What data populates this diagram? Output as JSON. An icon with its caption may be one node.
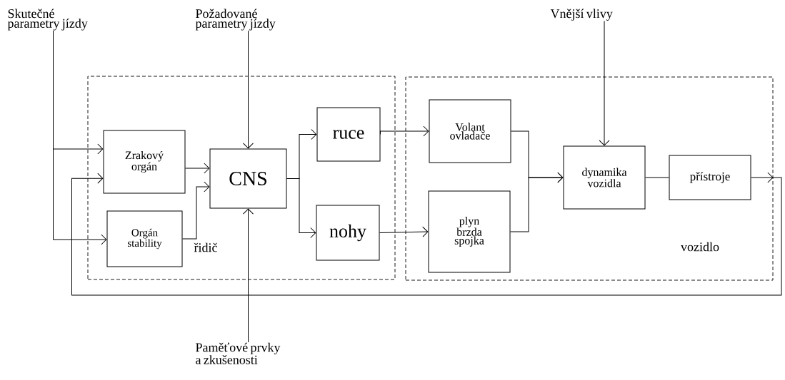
{
  "diagram": {
    "nodes": [
      {
        "text": [
          "Skutečné parametry jízdy"
        ]
      },
      {
        "text": [
          "Požadované parametry jízdy"
        ]
      },
      {
        "text": [
          "Vnější vlivy"
        ]
      },
      {
        "text": [
          "Paměťové prvky a zkušenosti"
        ]
      },
      {
        "text": [
          "řidič"
        ]
      },
      {
        "text": [
          "vozidlo"
        ]
      },
      {
        "text": [
          "Zrakový orgán"
        ],
        "in": 4
      },
      {
        "text": [
          "Orgán stability"
        ],
        "in": 4
      },
      {
        "text": [
          "CNS"
        ],
        "in": 4
      },
      {
        "text": [
          "ruce"
        ],
        "in": 4
      },
      {
        "text": [
          "nohy"
        ],
        "in": 4
      },
      {
        "text": [
          "Volant ovladače"
        ],
        "in": 5
      },
      {
        "text": [
          "plyn brzda spojka"
        ],
        "in": 5
      },
      {
        "text": [
          "dynamika vozidla"
        ],
        "in": 5
      },
      {
        "text": [
          "přístroje"
        ],
        "in": 5
      }
    ],
    "edges": [
      {
        "from": 0,
        "to": 6,
        "arrow": "to"
      },
      {
        "from": 0,
        "to": 7,
        "arrow": "to"
      },
      {
        "from": 1,
        "to": 8,
        "arrow": "to"
      },
      {
        "from": 3,
        "to": 8,
        "arrow": "to"
      },
      {
        "from": 2,
        "to": 13,
        "arrow": "to"
      },
      {
        "from": 6,
        "to": 8,
        "arrow": "to"
      },
      {
        "from": 7,
        "to": 8,
        "arrow": "to"
      },
      {
        "from": 8,
        "to": 9,
        "arrow": "to"
      },
      {
        "from": 8,
        "to": 10,
        "arrow": "to"
      },
      {
        "from": 9,
        "to": 11,
        "arrow": "to"
      },
      {
        "from": 10,
        "to": 12,
        "arrow": "to"
      },
      {
        "from": 11,
        "to": 13,
        "arrow": "to"
      },
      {
        "from": 12,
        "to": 13,
        "arrow": "to"
      },
      {
        "from": 13,
        "to": 14,
        "arrow": "none"
      },
      {
        "from": 14,
        "to": 6,
        "arrow": "to"
      }
    ]
  }
}
